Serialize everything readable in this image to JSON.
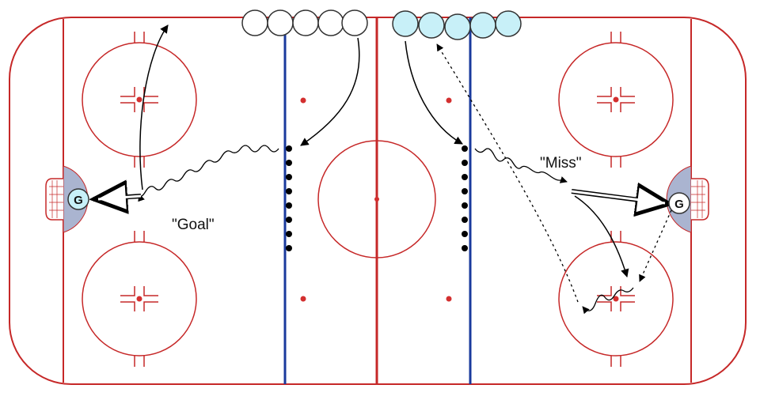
{
  "labels": {
    "goal": "\"Goal\"",
    "miss": "\"Miss\""
  },
  "goalies": {
    "left": "G",
    "right": "G"
  },
  "colors": {
    "rink_lines": "#c62828",
    "blue_line": "#1a3a9c",
    "center_dot": "#d32f2f",
    "crease": "#aab4d0",
    "team_white": "#ffffff",
    "team_cyan": "#c8f0f8",
    "puck": "#000000",
    "arrow": "#000000"
  },
  "icons": {
    "player": "circle",
    "goalie": "circled-letter",
    "puck": "dot"
  }
}
